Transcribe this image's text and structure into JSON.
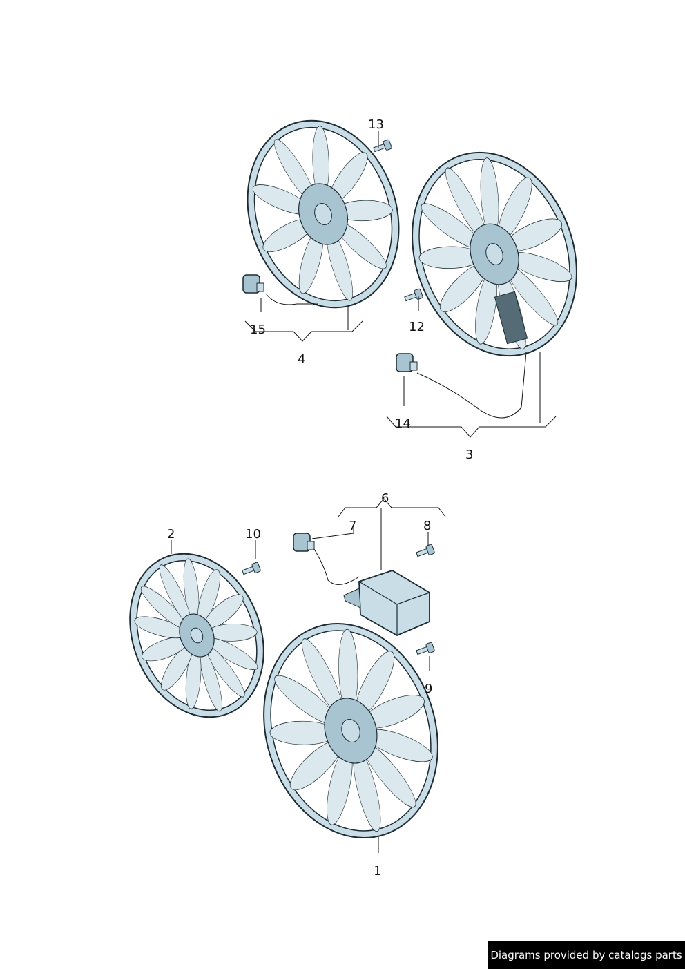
{
  "diagram": {
    "callouts": [
      "1",
      "2",
      "3",
      "4",
      "6",
      "7",
      "8",
      "9",
      "10",
      "12",
      "13",
      "14",
      "15"
    ],
    "colors": {
      "part_fill": "#c9dde6",
      "part_stroke": "#1b2a33",
      "hub": "#a9c4d1",
      "blade": "#dbe8ee"
    }
  },
  "footer": {
    "text": "Diagrams provided by catalogs parts"
  }
}
